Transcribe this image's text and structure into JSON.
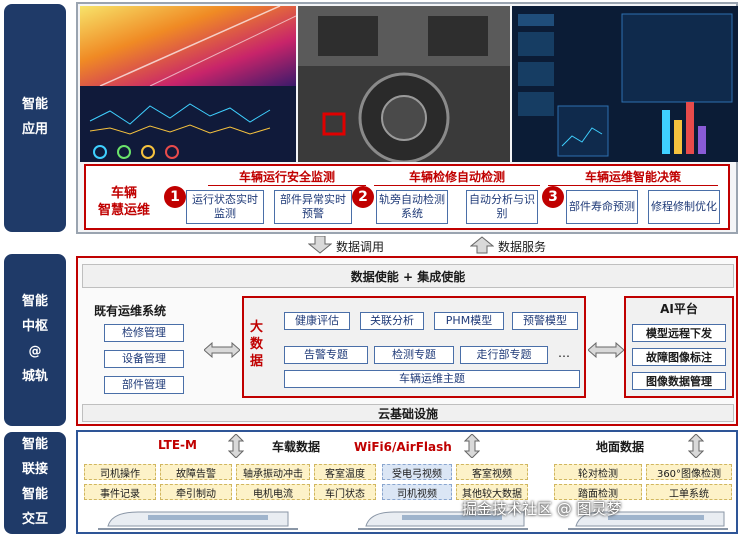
{
  "sidebar": {
    "app": [
      "智能",
      "应用"
    ],
    "hub": [
      "智能",
      "中枢",
      "@",
      "城轨"
    ],
    "connect": [
      "智能",
      "联接",
      "智能",
      "交互"
    ]
  },
  "app_layer": {
    "title": [
      "车辆",
      "智慧运维"
    ],
    "headers": [
      "车辆运行安全监测",
      "车辆检修自动检测",
      "车辆运维智能决策"
    ],
    "steps": [
      "1",
      "2",
      "3"
    ],
    "modules": [
      "运行状态实时监测",
      "部件异常实时预警",
      "轨旁自动检测系统",
      "自动分析与识别",
      "部件寿命预测",
      "修程修制优化"
    ]
  },
  "flow": {
    "down": "数据调用",
    "up": "数据服务"
  },
  "hub_layer": {
    "top_bar": "数据使能 + 集成使能",
    "bottom_bar": "云基础设施",
    "legacy": {
      "title": "既有运维系统",
      "items": [
        "检修管理",
        "设备管理",
        "部件管理"
      ]
    },
    "bigdata": {
      "title": "大数据",
      "row1": [
        "健康评估",
        "关联分析",
        "PHM模型",
        "预警模型"
      ],
      "row2": [
        "告警专题",
        "检测专题",
        "走行部专题"
      ],
      "ellipsis": "…",
      "theme": "车辆运维主题"
    },
    "ai": {
      "title": "AI平台",
      "items": [
        "模型远程下发",
        "故障图像标注",
        "图像数据管理"
      ]
    }
  },
  "connect_layer": {
    "lte": "LTE-M",
    "onboard": "车载数据",
    "wifi": "WiFi6/AirFlash",
    "ground": "地面数据",
    "onboard_items": [
      "司机操作",
      "故障告警",
      "轴承振动冲击",
      "客室温度",
      "事件记录",
      "牵引制动",
      "电机电流",
      "车门状态"
    ],
    "video_items": [
      "受电弓视频",
      "客室视频",
      "司机视频",
      "其他较大数据"
    ],
    "ground_items": [
      "轮对检测",
      "360°图像检测",
      "踏面检测",
      "工单系统"
    ]
  },
  "watermark": "掘金技术社区 @ 图灵梦",
  "colors": {
    "navy": "#1f3a68",
    "red": "#c00000",
    "blue": "#2e5597"
  }
}
